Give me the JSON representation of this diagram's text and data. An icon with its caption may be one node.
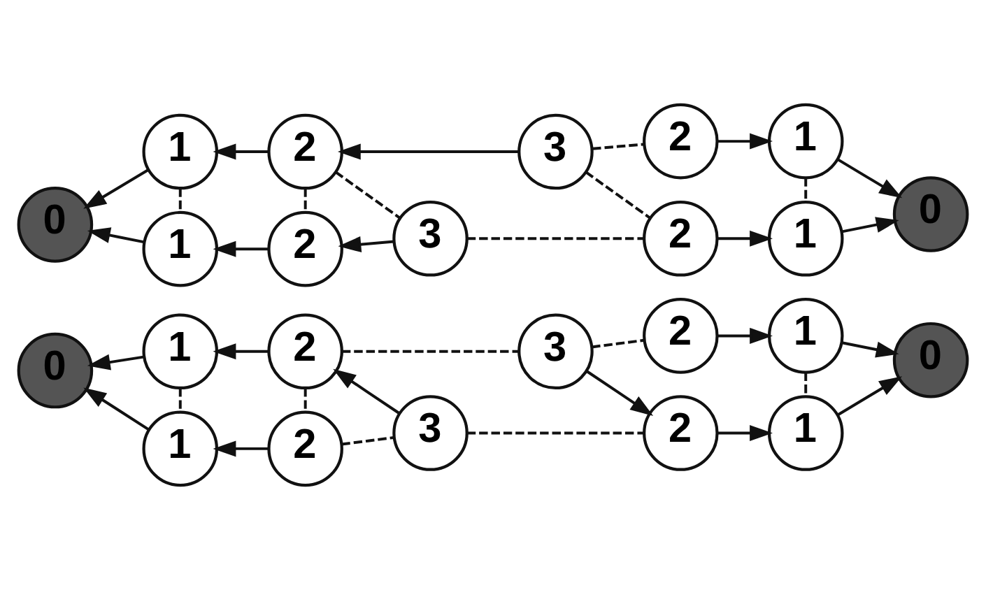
{
  "diagram": {
    "nodes": [
      {
        "text": [
          "0"
        ]
      },
      {
        "text": [
          "1"
        ]
      },
      {
        "text": [
          "1"
        ]
      },
      {
        "text": [
          "2"
        ]
      },
      {
        "text": [
          "2"
        ]
      },
      {
        "text": [
          "3"
        ]
      },
      {
        "text": [
          "3"
        ]
      },
      {
        "text": [
          "2"
        ]
      },
      {
        "text": [
          "2"
        ]
      },
      {
        "text": [
          "1"
        ]
      },
      {
        "text": [
          "1"
        ]
      },
      {
        "text": [
          "0"
        ]
      },
      {
        "text": [
          "0"
        ]
      },
      {
        "text": [
          "1"
        ]
      },
      {
        "text": [
          "1"
        ]
      },
      {
        "text": [
          "2"
        ]
      },
      {
        "text": [
          "2"
        ]
      },
      {
        "text": [
          "3"
        ]
      },
      {
        "text": [
          "3"
        ]
      },
      {
        "text": [
          "2"
        ]
      },
      {
        "text": [
          "2"
        ]
      },
      {
        "text": [
          "1"
        ]
      },
      {
        "text": [
          "1"
        ]
      },
      {
        "text": [
          "0"
        ]
      }
    ],
    "edges": [
      {
        "from": 1,
        "to": 0,
        "arrow": "to"
      },
      {
        "from": 2,
        "to": 0,
        "arrow": "to"
      },
      {
        "from": 1,
        "to": 2,
        "arrow": "none",
        "style": "dashed"
      },
      {
        "from": 3,
        "to": 1,
        "arrow": "to"
      },
      {
        "from": 4,
        "to": 2,
        "arrow": "to"
      },
      {
        "from": 3,
        "to": 4,
        "arrow": "none",
        "style": "dashed"
      },
      {
        "from": 3,
        "to": 5,
        "arrow": "none",
        "style": "dashed"
      },
      {
        "from": 5,
        "to": 4,
        "arrow": "to"
      },
      {
        "from": 6,
        "to": 3,
        "arrow": "to"
      },
      {
        "from": 6,
        "to": 7,
        "arrow": "none",
        "style": "dashed"
      },
      {
        "from": 6,
        "to": 8,
        "arrow": "none",
        "style": "dashed"
      },
      {
        "from": 5,
        "to": 8,
        "arrow": "none",
        "style": "dashed"
      },
      {
        "from": 7,
        "to": 9,
        "arrow": "to"
      },
      {
        "from": 8,
        "to": 10,
        "arrow": "to"
      },
      {
        "from": 9,
        "to": 10,
        "arrow": "none",
        "style": "dashed"
      },
      {
        "from": 9,
        "to": 11,
        "arrow": "to"
      },
      {
        "from": 10,
        "to": 11,
        "arrow": "to"
      },
      {
        "from": 13,
        "to": 12,
        "arrow": "to"
      },
      {
        "from": 14,
        "to": 12,
        "arrow": "to"
      },
      {
        "from": 13,
        "to": 14,
        "arrow": "none",
        "style": "dashed"
      },
      {
        "from": 15,
        "to": 13,
        "arrow": "to"
      },
      {
        "from": 16,
        "to": 14,
        "arrow": "to"
      },
      {
        "from": 15,
        "to": 16,
        "arrow": "none",
        "style": "dashed"
      },
      {
        "from": 17,
        "to": 15,
        "arrow": "to"
      },
      {
        "from": 16,
        "to": 17,
        "arrow": "none",
        "style": "dashed"
      },
      {
        "from": 15,
        "to": 18,
        "arrow": "none",
        "style": "dashed"
      },
      {
        "from": 17,
        "to": 20,
        "arrow": "none",
        "style": "dashed"
      },
      {
        "from": 18,
        "to": 19,
        "arrow": "none",
        "style": "dashed"
      },
      {
        "from": 18,
        "to": 20,
        "arrow": "to"
      },
      {
        "from": 19,
        "to": 21,
        "arrow": "to"
      },
      {
        "from": 20,
        "to": 22,
        "arrow": "to"
      },
      {
        "from": 21,
        "to": 22,
        "arrow": "none",
        "style": "dashed"
      },
      {
        "from": 21,
        "to": 23,
        "arrow": "to"
      },
      {
        "from": 22,
        "to": 23,
        "arrow": "to"
      }
    ]
  }
}
